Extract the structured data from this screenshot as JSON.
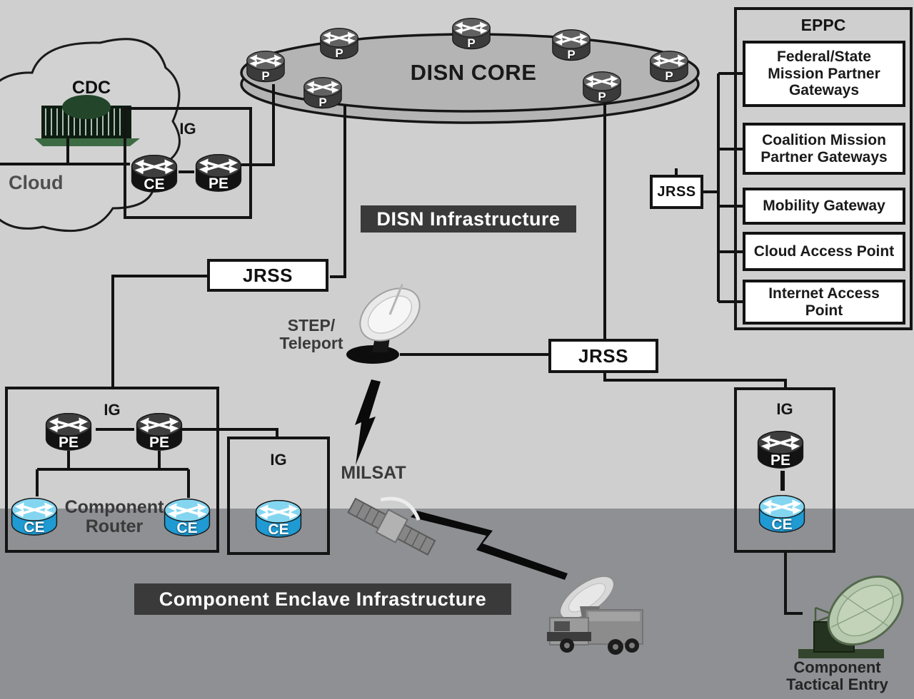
{
  "labels": {
    "p": "P",
    "ce": "CE",
    "pe": "PE",
    "ig": "IG",
    "jrss": "JRSS"
  },
  "core": {
    "title": "DISN CORE"
  },
  "cloud": {
    "name": "Cloud",
    "cdc": "CDC"
  },
  "banners": {
    "disn_infrastructure": "DISN Infrastructure",
    "component_enclave": "Component Enclave Infrastructure"
  },
  "step_teleport": {
    "line1": "STEP/",
    "line2": "Teleport"
  },
  "milsat": {
    "label": "MILSAT"
  },
  "component_router": {
    "line1": "Component",
    "line2": "Router"
  },
  "tactical_entry": {
    "line1": "Component",
    "line2": "Tactical Entry"
  },
  "eppc": {
    "title": "EPPC",
    "gateways": [
      {
        "label": "Federal/State Mission Partner Gateways"
      },
      {
        "label": "Coalition Mission Partner Gateways"
      },
      {
        "label": "Mobility Gateway"
      },
      {
        "label": "Cloud Access Point"
      },
      {
        "label": "Internet Access Point"
      }
    ]
  },
  "colors": {
    "background_light": "#cfcfcf",
    "background_dark": "#8e9094",
    "banner_bg": "#3a3a3a",
    "ce_router_blue": "#1f9ad2",
    "router_dark": "#131313",
    "tactical_green": "#b7c9ae"
  }
}
